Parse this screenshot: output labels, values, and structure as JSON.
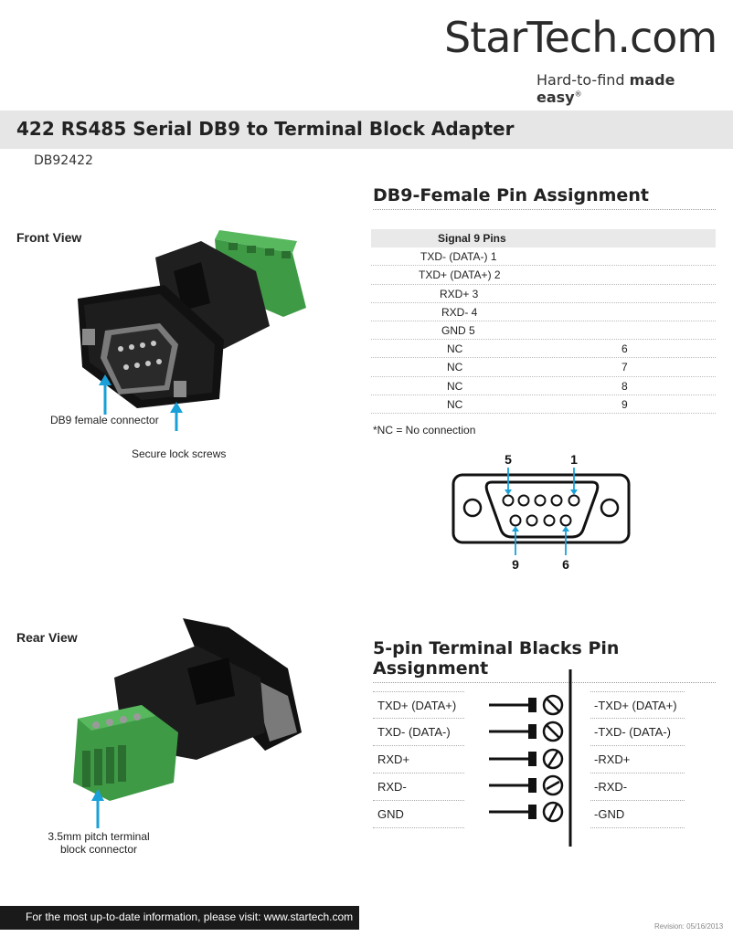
{
  "brand": {
    "name": "StarTech.com",
    "tagline_light": "Hard-to-find ",
    "tagline_bold": "made easy",
    "tagline_mark": "®",
    "accent_color": "#1aa0d8"
  },
  "product": {
    "title": "422 RS485 Serial DB9 to Terminal Block Adapter",
    "sku": "DB92422"
  },
  "front_view": {
    "label": "Front View",
    "callouts": [
      "DB9 female connector",
      "Secure lock screws"
    ]
  },
  "rear_view": {
    "label": "Rear View",
    "callout_line1": "3.5mm pitch terminal",
    "callout_line2": "block connector"
  },
  "db9_section": {
    "heading": "DB9-Female Pin Assignment",
    "table_header": "Signal 9 Pins",
    "rows": [
      {
        "signal": "TXD- (DATA-) 1",
        "pin": ""
      },
      {
        "signal": "TXD+ (DATA+) 2",
        "pin": ""
      },
      {
        "signal": "RXD+ 3",
        "pin": ""
      },
      {
        "signal": "RXD- 4",
        "pin": ""
      },
      {
        "signal": "GND 5",
        "pin": ""
      },
      {
        "signal": "NC",
        "pin": "6"
      },
      {
        "signal": "NC",
        "pin": "7"
      },
      {
        "signal": "NC",
        "pin": "8"
      },
      {
        "signal": "NC",
        "pin": "9"
      }
    ],
    "note": "*NC = No connection",
    "diagram_labels": {
      "top_left": "5",
      "top_right": "1",
      "bottom_left": "9",
      "bottom_right": "6"
    }
  },
  "terminal_section": {
    "heading": "5-pin Terminal Blacks Pin Assignment",
    "left": [
      "TXD+ (DATA+)",
      "TXD- (DATA-)",
      "RXD+",
      "RXD-",
      "GND"
    ],
    "right": [
      "-TXD+ (DATA+)",
      "-TXD- (DATA-)",
      "-RXD+",
      "-RXD-",
      "-GND"
    ]
  },
  "footer": {
    "text": "For the most up-to-date information, please visit: www.startech.com",
    "revision": "Revision: 05/16/2013"
  }
}
